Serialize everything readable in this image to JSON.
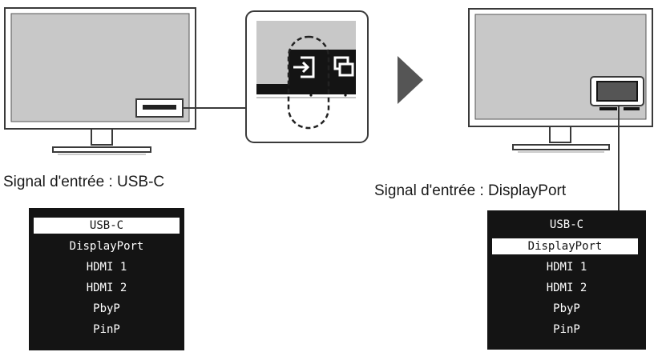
{
  "left_panel": {
    "caption": "Signal d'entrée : USB-C",
    "menu_items": [
      "USB-C",
      "DisplayPort",
      "HDMI 1",
      "HDMI 2",
      "PbyP",
      "PinP"
    ],
    "selected_index": 0
  },
  "right_panel": {
    "caption": "Signal d'entrée : DisplayPort",
    "menu_items": [
      "USB-C",
      "DisplayPort",
      "HDMI 1",
      "HDMI 2",
      "PbyP",
      "PinP"
    ],
    "selected_index": 1
  },
  "icons": {
    "input_switch": "input-switch-icon",
    "multi_screen": "multi-screen-icon",
    "next_step": "arrow-right-icon"
  },
  "colors": {
    "screen_fill": "#c8c8c8",
    "outline": "#3a3a3a",
    "menu_bg": "#141414",
    "highlight": "#ffffff"
  }
}
